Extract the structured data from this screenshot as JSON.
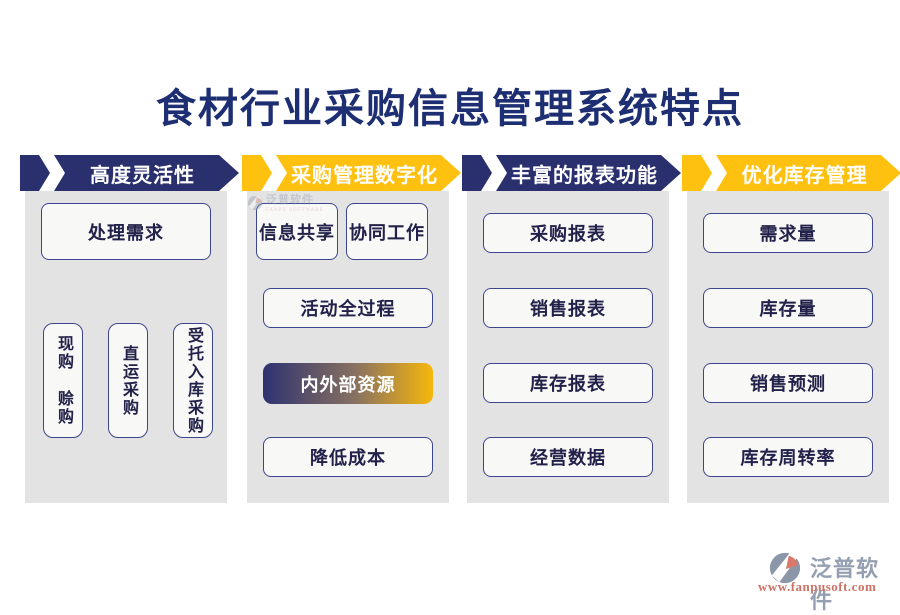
{
  "title": "食材行业采购信息管理系统特点",
  "columns": [
    {
      "header": "高度灵活性",
      "theme": "navy",
      "box_demand": "处理需求",
      "vertical_boxes": [
        "现购 赊购",
        "直运采购",
        "受托入库采购"
      ]
    },
    {
      "header": "采购管理数字化",
      "theme": "gold",
      "box_share": "信息共享",
      "box_collab": "协同工作",
      "box_process": "活动全过程",
      "box_resources": "内外部资源",
      "box_cost": "降低成本"
    },
    {
      "header": "丰富的报表功能",
      "theme": "navy",
      "boxes": [
        "采购报表",
        "销售报表",
        "库存报表",
        "经营数据"
      ]
    },
    {
      "header": "优化库存管理",
      "theme": "gold",
      "boxes": [
        "需求量",
        "库存量",
        "销售预测",
        "库存周转率"
      ]
    }
  ],
  "watermark": {
    "brand": "泛普软件",
    "subtitle": "FANPU SOFTWARE"
  },
  "footer": {
    "brand": "泛普软件",
    "url": "www.fanpusoft.com"
  },
  "colors": {
    "navy": "#2a2f6e",
    "gold": "#ffc110",
    "panel_gray": "#e4e3e3",
    "title_navy": "#1d2f72",
    "box_border": "#3c468f",
    "box_text": "#21214a",
    "gradient_start": "#2e3271",
    "gradient_end": "#f6b70b",
    "brand_slate": "#94a0b2",
    "url_coral": "#cb7365"
  }
}
